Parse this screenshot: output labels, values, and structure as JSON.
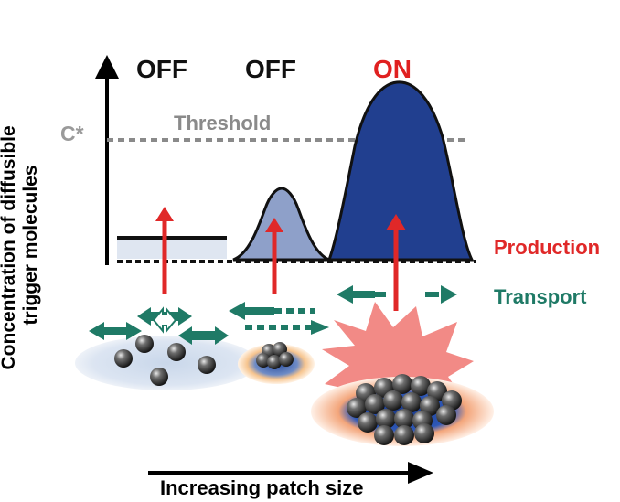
{
  "y_axis_label_line1": "Concentration of diffusible",
  "y_axis_label_line2": "trigger molecules",
  "x_axis_label": "Increasing patch size",
  "threshold_symbol": "C*",
  "threshold_label": "Threshold",
  "states": {
    "small": "OFF",
    "medium": "OFF",
    "large": "ON"
  },
  "legend": {
    "production": "Production",
    "transport": "Transport"
  },
  "colors": {
    "off_text": "#111111",
    "on_text": "#e02020",
    "threshold": "#8a8a8a",
    "production": "#e02828",
    "transport": "#1f7a66",
    "peak_fill": "#213f8f",
    "medium_fill": "#8ea0c9",
    "small_fill": "#dfe6f1"
  }
}
